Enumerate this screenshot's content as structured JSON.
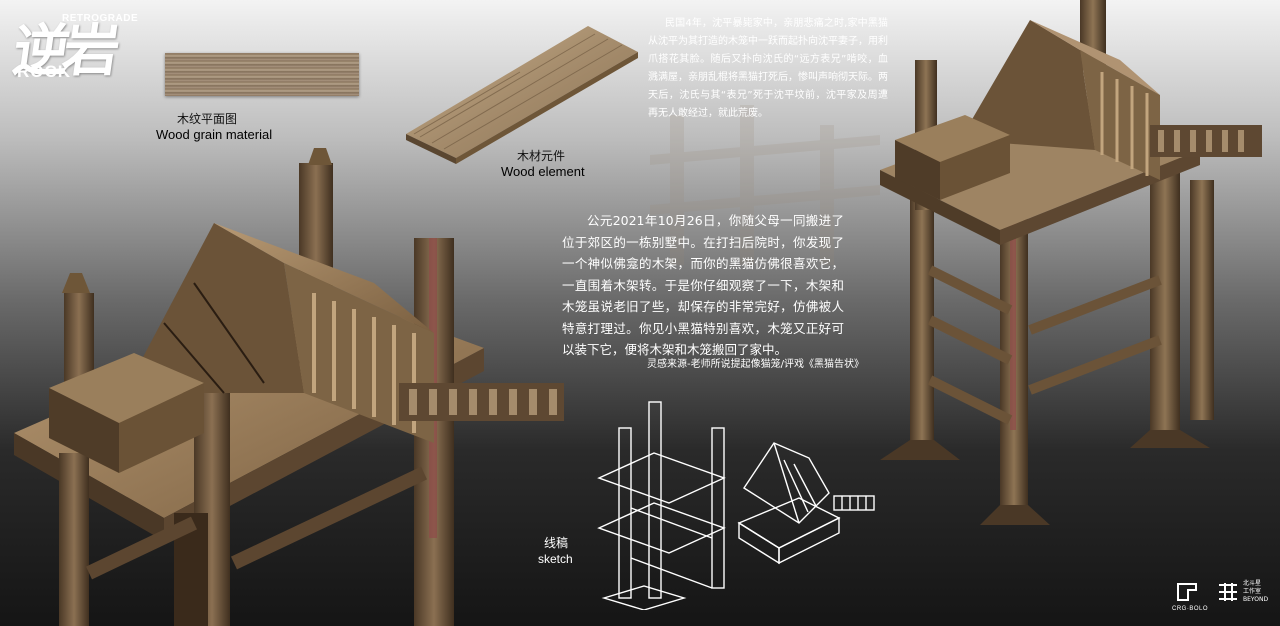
{
  "logo": {
    "chinese": "逆岩",
    "english_small": "RETROGRADE",
    "english_large": "ROCK",
    "icon": "brush-calligraphy-logo"
  },
  "materials": {
    "grain_label_cn": "木纹平面图",
    "grain_label_en": "Wood grain material",
    "element_label_cn": "木材元件",
    "element_label_en": "Wood element"
  },
  "story_top": "民国4年，沈平暴毙家中，亲朋悲痛之时,家中黑猫从沈平为其打造的木笼中一跃而起扑向沈平妻子，用利爪搭花其脸。随后又扑向沈氏的“远方表兄”啃咬，血溅满屋，亲朋乱棍将黑猫打死后，惨叫声响彻天际。两天后，沈氏与其“表兄”死于沈平坟前，沈平家及周遭再无人敢经过，就此荒废。",
  "story_main": "公元2021年10月26日，你随父母一同搬进了位于郊区的一栋别墅中。在打扫后院时，你发现了一个神似佛龛的木架，而你的黑猫仿佛很喜欢它，一直围着木架转。于是你仔细观察了一下，木架和木笼虽说老旧了些，却保存的非常完好，仿佛被人特意打理过。你见小黑猫特别喜欢，木笼又正好可以装下它，便将木架和木笼搬回了家中。",
  "inspiration": "灵感来源-老师所说提起像猫笼/评戏《黑猫告状》",
  "sketch": {
    "label_cn": "线稿",
    "label_en": "sketch"
  },
  "branding": {
    "studio1_text": "CRG·BOLO",
    "studio1_icon": "cg-studio-logo",
    "studio2_line1": "北斗星",
    "studio2_line2": "工作室",
    "studio2_line3": "BEYOND",
    "studio2_icon": "beidou-studio-logo"
  },
  "colors": {
    "wood_light": "#a58c6c",
    "wood_mid": "#6e5638",
    "wood_dark": "#3b2a1a",
    "red_stain": "#8e4a48",
    "text_on_dark": "#ffffff"
  }
}
